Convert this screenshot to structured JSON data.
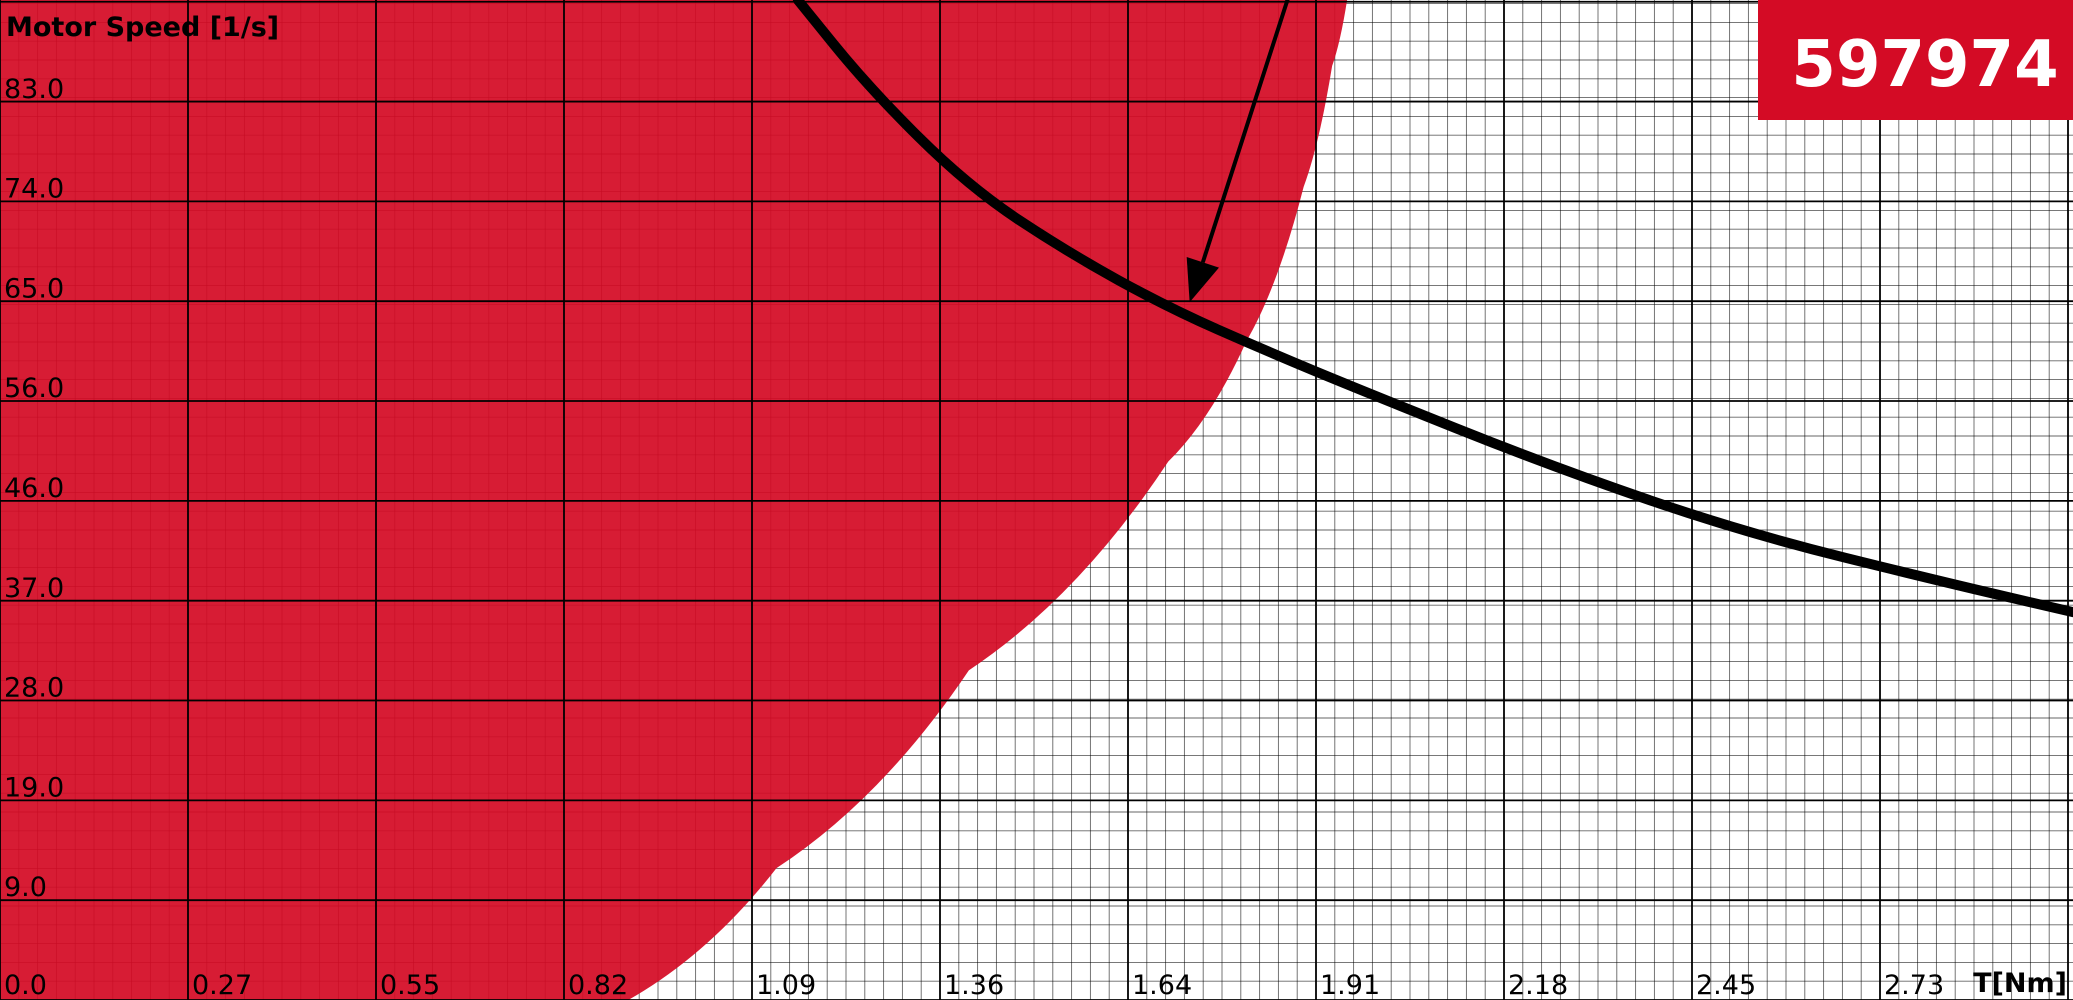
{
  "chart_data": {
    "type": "line",
    "title": "",
    "xlabel": "T[Nm]",
    "ylabel": "Motor Speed [1/s]",
    "badge": "597974",
    "xlim": [
      0.0,
      2.91
    ],
    "ylim": [
      0.0,
      91.0
    ],
    "x_ticks": [
      "0.0",
      "0.27",
      "0.55",
      "0.82",
      "1.09",
      "1.36",
      "1.64",
      "1.91",
      "2.18",
      "2.45",
      "2.73"
    ],
    "y_ticks": [
      "0.0",
      "9.0",
      "19.0",
      "28.0",
      "37.0",
      "46.0",
      "56.0",
      "65.0",
      "74.0",
      "83.0"
    ],
    "grid": true,
    "colors": {
      "region": "#d40b25",
      "curve": "#000000",
      "badge": "#d40b25",
      "grid": "#000000"
    },
    "region": {
      "name": "",
      "boundary": [
        {
          "x": 0.882,
          "y": 0.0
        },
        {
          "x": 1.09,
          "y": 12.0
        },
        {
          "x": 1.36,
          "y": 30.0
        },
        {
          "x": 1.64,
          "y": 49.0
        },
        {
          "x": 1.75,
          "y": 60.0
        },
        {
          "x": 1.83,
          "y": 74.0
        },
        {
          "x": 1.87,
          "y": 85.0
        },
        {
          "x": 1.891,
          "y": 91.0
        }
      ]
    },
    "series": [
      {
        "name": "",
        "x": [
          1.12,
          1.22,
          1.36,
          1.5,
          1.64,
          1.78,
          1.91,
          2.18,
          2.45,
          2.73,
          2.91
        ],
        "y": [
          91.0,
          83.0,
          74.0,
          68.0,
          63.0,
          59.0,
          55.5,
          48.5,
          42.5,
          38.0,
          35.3
        ]
      }
    ],
    "annotation": {
      "type": "arrow",
      "from": {
        "x": 1.81,
        "y": 91.0
      },
      "to": {
        "x": 1.67,
        "y": 63.5
      }
    }
  }
}
